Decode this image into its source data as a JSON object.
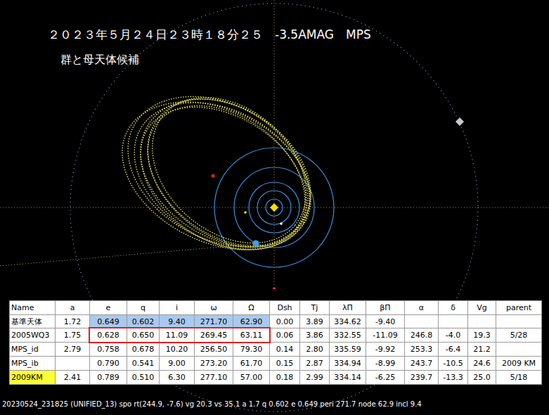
{
  "diagram": {
    "title": "２０２３年５月２４日２３時１８分２５　-3.5AMAG　MPS",
    "caption": "20230524_231825 (UNIFIED_13) spo rt(244.9, -7.6) vg 20.3 vs 35.1 a 1.7 q 0.602 e 0.649 peri 271.7 node 62.9 incl 9.4",
    "labels": [
      "群と母天体候補",
      "Name",
      "a",
      "e",
      "q",
      "i",
      "ω",
      "Ω",
      "Dsh",
      "Tj",
      "λΠ",
      "βΠ",
      "α",
      "δ",
      "Vg",
      "parent",
      "基準天体",
      "1.72",
      "0.649",
      "0.602",
      "9.40",
      "271.70",
      "62.90",
      "0.00",
      "3.89",
      "334.62",
      "-9.40",
      "2005WQ3",
      "1.75",
      "0.628",
      "0.650",
      "11.09",
      "269.45",
      "63.11",
      "0.06",
      "3.86",
      "332.55",
      "-11.09",
      "246.8",
      "-4.0",
      "19.3",
      "5/28",
      "MPS_id",
      "2.79",
      "0.758",
      "0.678",
      "10.20",
      "256.50",
      "79.30",
      "0.14",
      "2.80",
      "335.59",
      "-9.92",
      "253.3",
      "-6.4",
      "21.2",
      "MPS_ib",
      "0.790",
      "0.541",
      "9.00",
      "273.20",
      "61.70",
      "0.15",
      "2.87",
      "334.94",
      "-8.99",
      "243.7",
      "-10.5",
      "24.6",
      "2009 KM",
      "2009KM",
      "2.41",
      "0.789",
      "0.510",
      "6.30",
      "277.10",
      "57.00",
      "0.18",
      "2.99",
      "334.14",
      "-6.25",
      "239.7",
      "-13.3",
      "25.0",
      "5/18"
    ]
  }
}
